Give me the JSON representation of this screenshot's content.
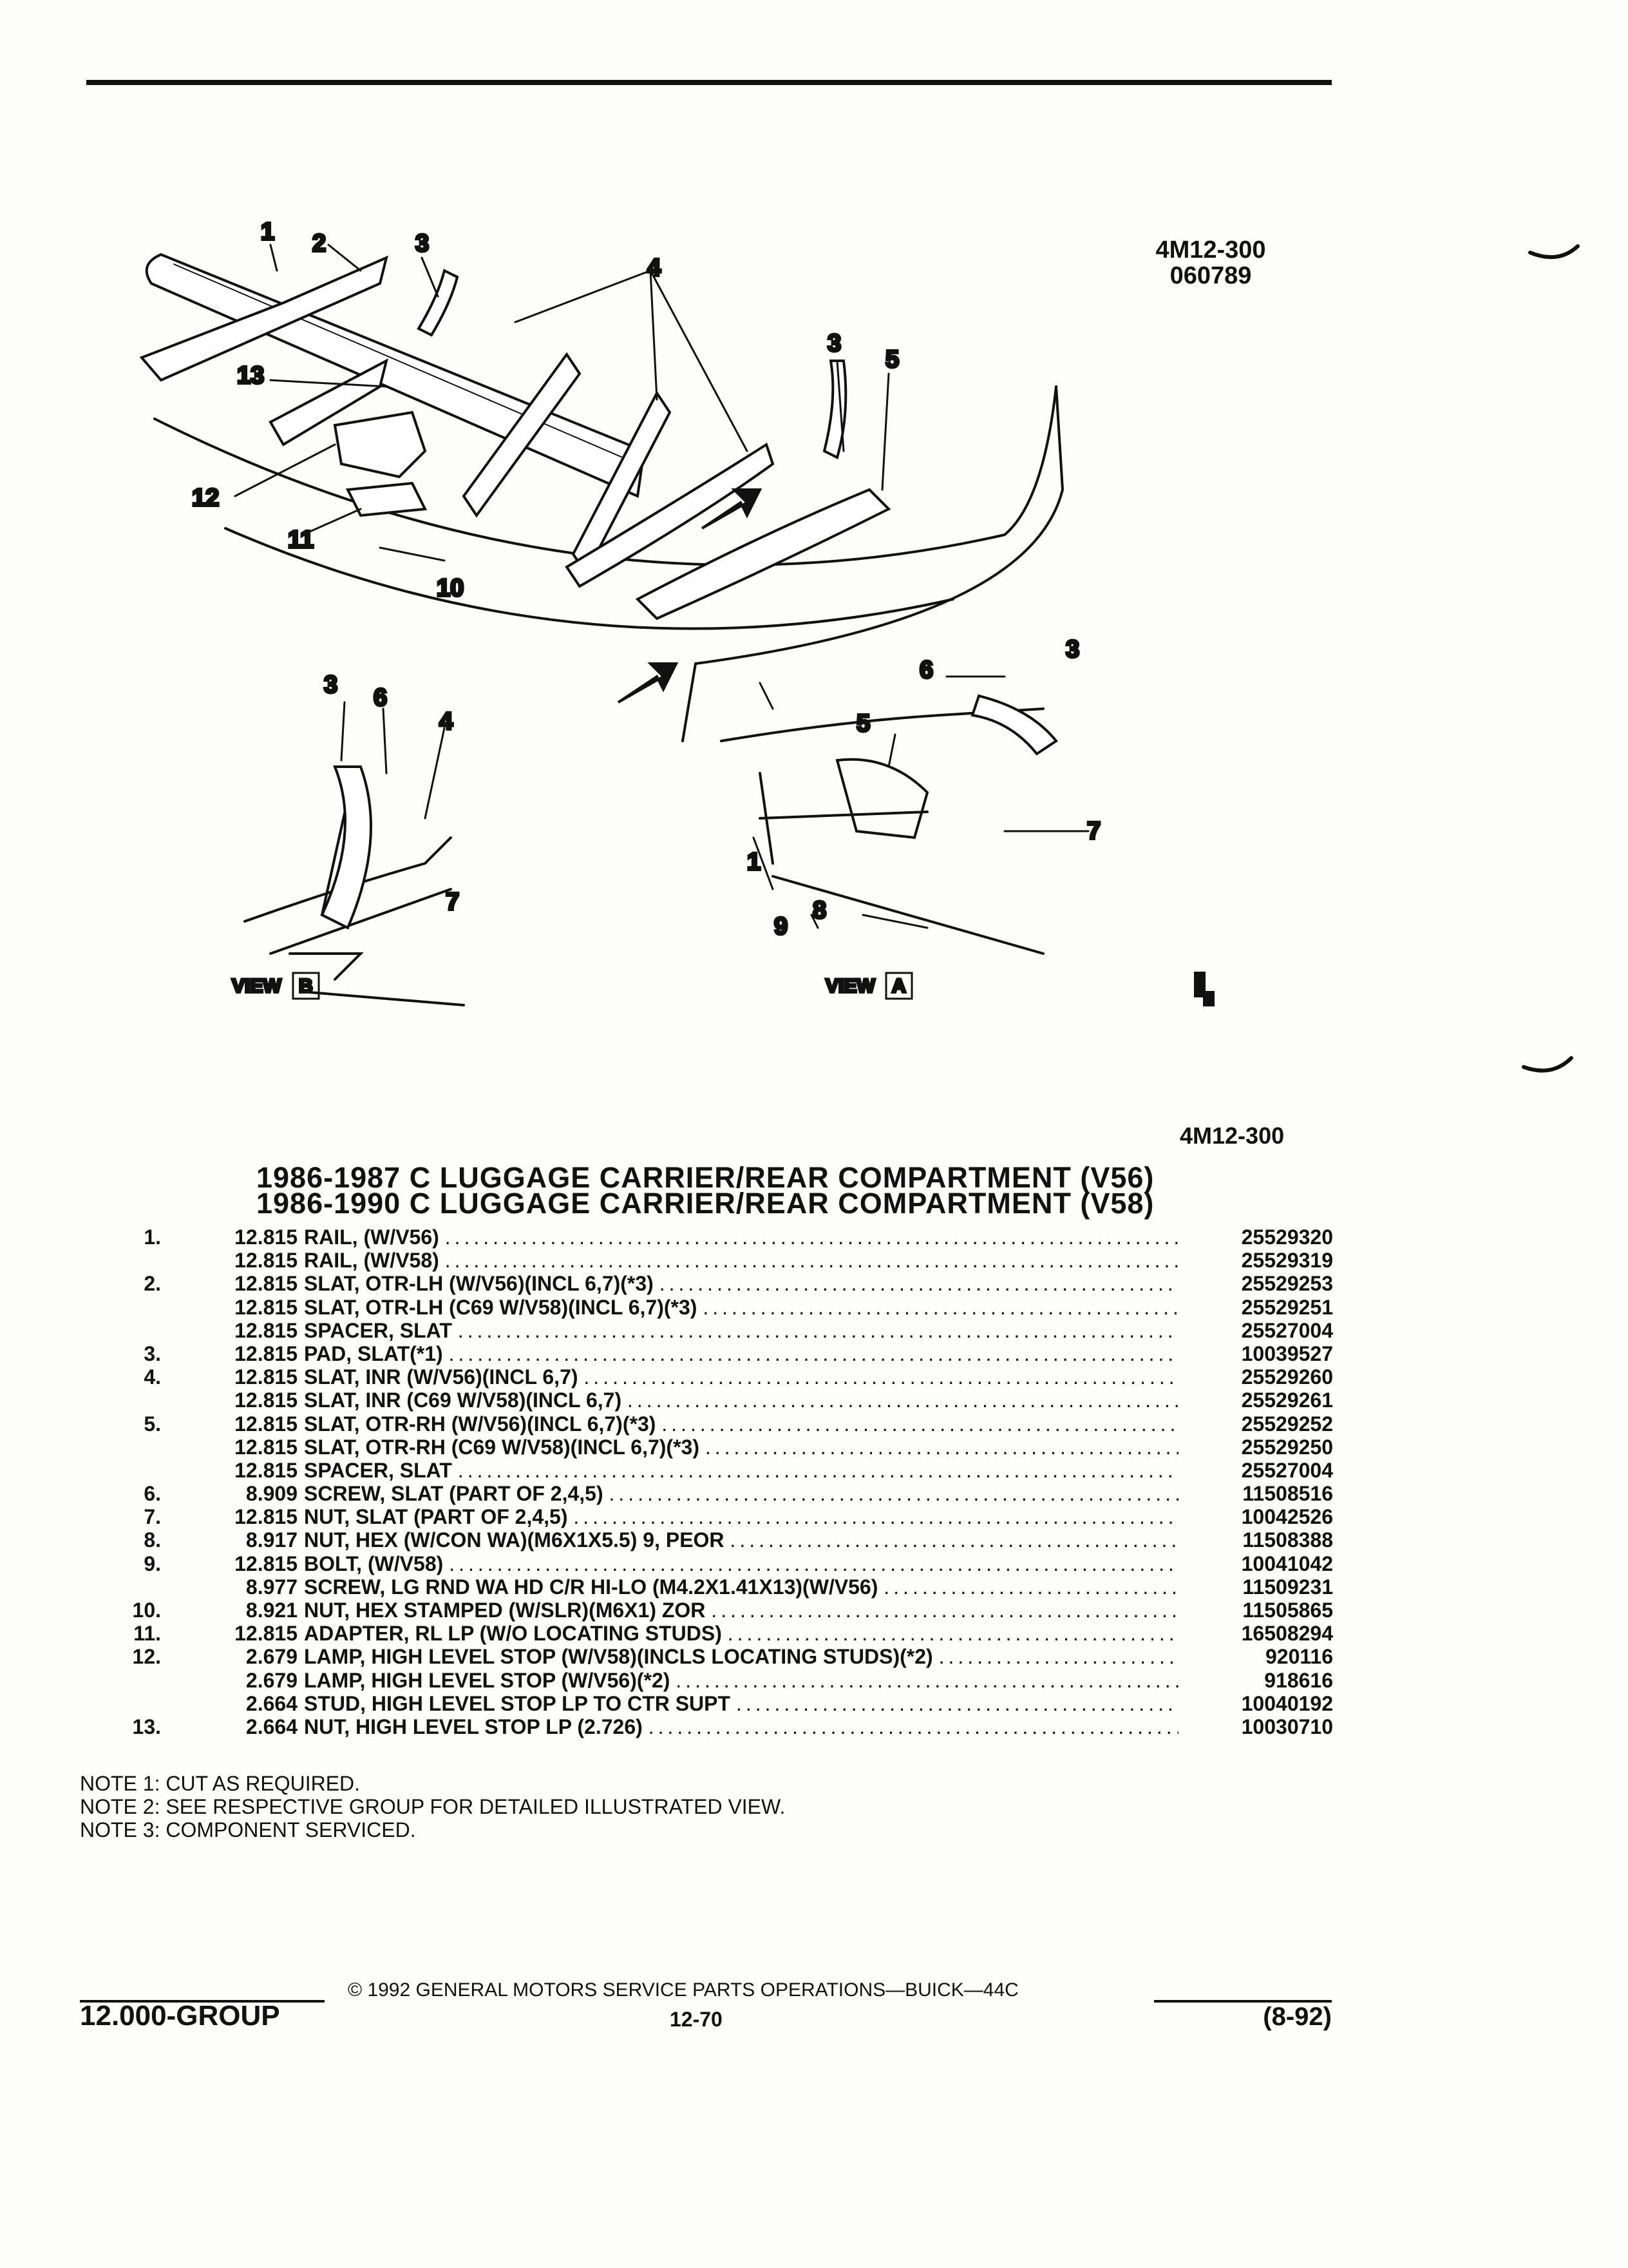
{
  "drawing": {
    "id_line1": "4M12-300",
    "id_line2": "060789",
    "view_a_label": "VIEW",
    "view_a_letter": "A",
    "view_b_label": "VIEW",
    "view_b_letter": "B",
    "callouts": {
      "c1": "1",
      "c2": "2",
      "c3": "3",
      "c4": "4",
      "c13": "13",
      "c3b": "3",
      "c5": "5",
      "c12": "12",
      "c11": "11",
      "c10": "10",
      "vb3": "3",
      "vb6": "6",
      "vb4": "4",
      "vb7": "7",
      "va6": "6",
      "va3": "3",
      "va5": "5",
      "va7": "7",
      "va1": "1",
      "va9": "9",
      "va8": "8"
    }
  },
  "ref_code": "4M12-300",
  "titles": [
    "1986-1987 C LUGGAGE CARRIER/REAR COMPARTMENT (V56)",
    "1986-1990 C LUGGAGE CARRIER/REAR COMPARTMENT (V58)"
  ],
  "parts": [
    {
      "ref": "1.",
      "group": "12.815",
      "name": "RAIL",
      "desc": ", (W/V56)",
      "part": "25529320"
    },
    {
      "ref": "",
      "group": "12.815",
      "name": "RAIL",
      "desc": ", (W/V58)",
      "part": "25529319"
    },
    {
      "ref": "2.",
      "group": "12.815",
      "name": "SLAT",
      "desc": ", OTR-LH (W/V56)(INCL 6,7)(*3)",
      "part": "25529253"
    },
    {
      "ref": "",
      "group": "12.815",
      "name": "SLAT",
      "desc": ", OTR-LH (C69 W/V58)(INCL 6,7)(*3)",
      "part": "25529251"
    },
    {
      "ref": "",
      "group": "12.815",
      "name": "SPACER",
      "desc": ", SLAT",
      "part": "25527004"
    },
    {
      "ref": "3.",
      "group": "12.815",
      "name": "PAD",
      "desc": ", SLAT(*1)",
      "part": "10039527"
    },
    {
      "ref": "4.",
      "group": "12.815",
      "name": "SLAT",
      "desc": ", INR (W/V56)(INCL 6,7)",
      "part": "25529260"
    },
    {
      "ref": "",
      "group": "12.815",
      "name": "SLAT",
      "desc": ", INR (C69 W/V58)(INCL 6,7)",
      "part": "25529261"
    },
    {
      "ref": "5.",
      "group": "12.815",
      "name": "SLAT",
      "desc": ", OTR-RH (W/V56)(INCL 6,7)(*3)",
      "part": "25529252"
    },
    {
      "ref": "",
      "group": "12.815",
      "name": "SLAT",
      "desc": ", OTR-RH (C69 W/V58)(INCL 6,7)(*3)",
      "part": "25529250"
    },
    {
      "ref": "",
      "group": "12.815",
      "name": "SPACER",
      "desc": ", SLAT",
      "part": "25527004"
    },
    {
      "ref": "6.",
      "group": "8.909",
      "name": "SCREW",
      "desc": ", SLAT (PART OF 2,4,5)",
      "part": "11508516"
    },
    {
      "ref": "7.",
      "group": "12.815",
      "name": "NUT",
      "desc": ", SLAT (PART OF 2,4,5)",
      "part": "10042526"
    },
    {
      "ref": "8.",
      "group": "8.917",
      "name": "NUT",
      "desc": ", HEX (W/CON WA)(M6X1X5.5) 9, PEOR",
      "part": "11508388"
    },
    {
      "ref": "9.",
      "group": "12.815",
      "name": "BOLT",
      "desc": ", (W/V58)",
      "part": "10041042"
    },
    {
      "ref": "",
      "group": "8.977",
      "name": "SCREW",
      "desc": ", LG RND WA HD C/R HI-LO (M4.2X1.41X13)(W/V56)",
      "part": "11509231"
    },
    {
      "ref": "10.",
      "group": "8.921",
      "name": "NUT",
      "desc": ", HEX STAMPED (W/SLR)(M6X1) ZOR",
      "part": "11505865"
    },
    {
      "ref": "11.",
      "group": "12.815",
      "name": "ADAPTER",
      "desc": ", RL LP (W/O LOCATING STUDS)",
      "part": "16508294"
    },
    {
      "ref": "12.",
      "group": "2.679",
      "name": "LAMP",
      "desc": ", HIGH LEVEL STOP (W/V58)(INCLS LOCATING STUDS)(*2)",
      "part": "920116"
    },
    {
      "ref": "",
      "group": "2.679",
      "name": "LAMP",
      "desc": ", HIGH LEVEL STOP (W/V56)(*2)",
      "part": "918616"
    },
    {
      "ref": "",
      "group": "2.664",
      "name": "STUD",
      "desc": ", HIGH LEVEL STOP LP TO CTR SUPT",
      "part": "10040192"
    },
    {
      "ref": "13.",
      "group": "2.664",
      "name": "NUT",
      "desc": ", HIGH LEVEL STOP LP (2.726)",
      "part": "10030710"
    }
  ],
  "notes": [
    "NOTE  1:  CUT AS REQUIRED.",
    "NOTE  2:  SEE RESPECTIVE GROUP FOR DETAILED ILLUSTRATED VIEW.",
    "NOTE  3:  COMPONENT SERVICED."
  ],
  "footer": {
    "group": "12.000-GROUP",
    "copyright": "©  1992  GENERAL MOTORS SERVICE PARTS OPERATIONS—BUICK—44C",
    "page": "12-70",
    "date": "(8-92)"
  }
}
